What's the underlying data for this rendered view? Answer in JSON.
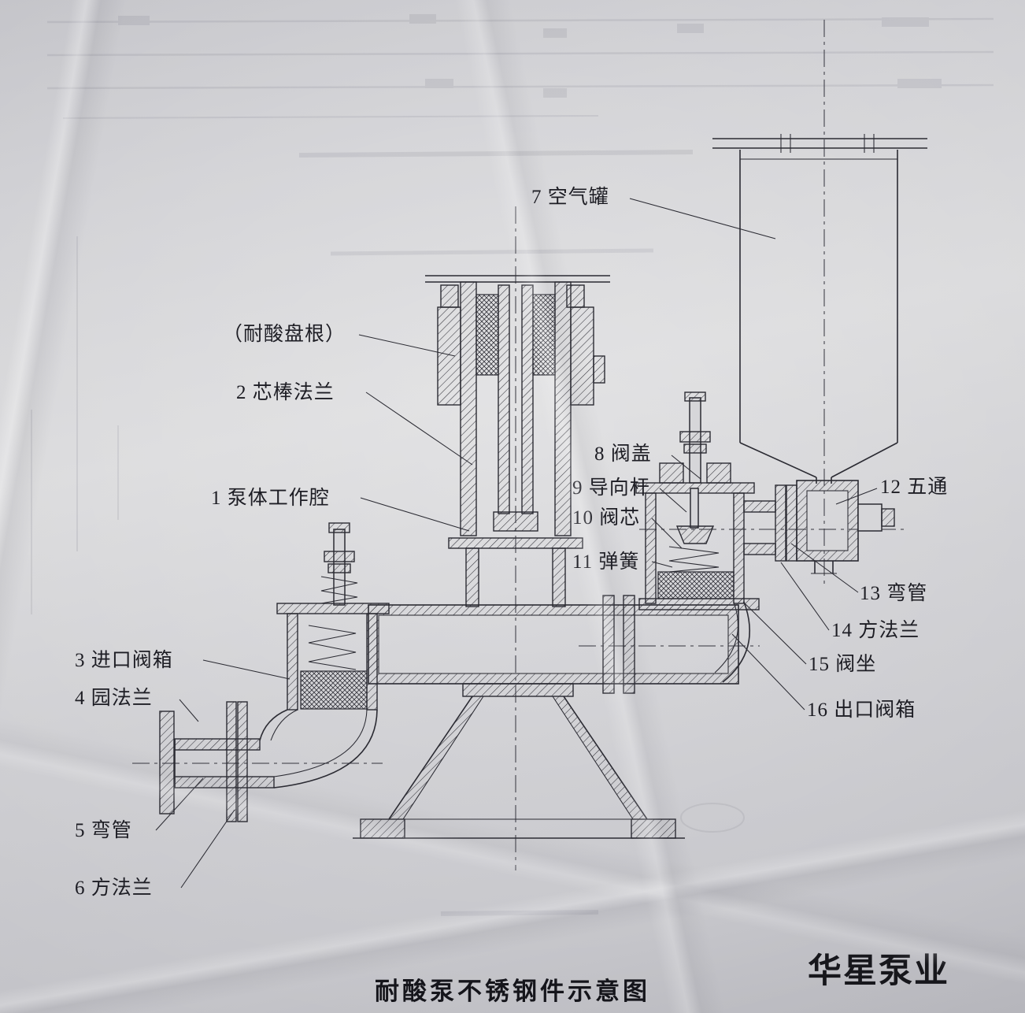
{
  "document": {
    "caption": "耐酸泵不锈钢件示意图",
    "watermark": "华星泵业"
  },
  "labels": {
    "air_tank": "7 空气罐",
    "packing": "（耐酸盘根）",
    "core_rod_flange": "2 芯棒法兰",
    "pump_chamber": "1 泵体工作腔",
    "valve_cover": "8 阀盖",
    "guide_rod": "9 导向杆",
    "valve_core": "10 阀芯",
    "spring": "11 弹簧",
    "five_way": "12 五通",
    "bend_pipe_13": "13 弯管",
    "square_flange_14": "14 方法兰",
    "valve_seat": "15 阀坐",
    "outlet_valve_box": "16 出口阀箱",
    "inlet_valve_box": "3 进口阀箱",
    "round_flange": "4 园法兰",
    "bend_pipe_5": "5 弯管",
    "square_flange_6": "6 方法兰"
  }
}
